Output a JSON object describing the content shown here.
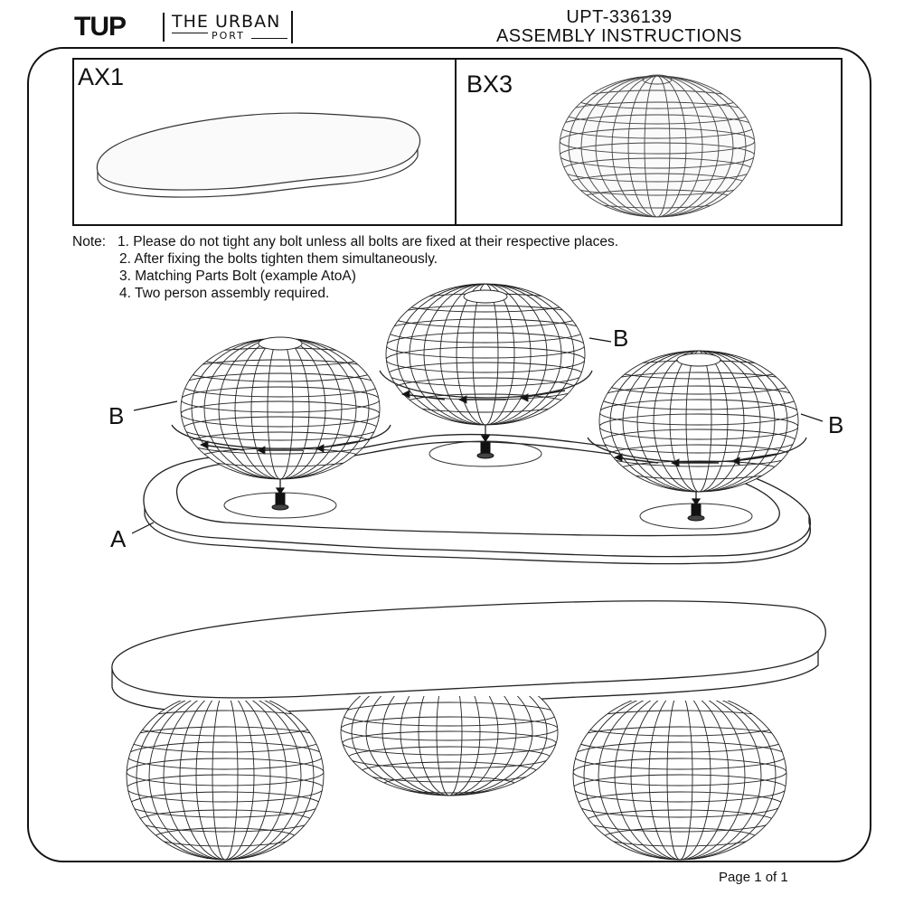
{
  "brand": {
    "mark": "TUP",
    "name": "THE URBAN",
    "sub": "PORT"
  },
  "document": {
    "code": "UPT-336139",
    "title": "ASSEMBLY INSTRUCTIONS"
  },
  "parts": [
    {
      "label": "AX1",
      "icon": "kidney-tabletop-icon"
    },
    {
      "label": "BX3",
      "icon": "sphere-leg-icon"
    }
  ],
  "notes": {
    "heading": "Note:",
    "items": [
      "1. Please do not tight any bolt unless all bolts are fixed at their respective places.",
      "2. After fixing the bolts tighten them simultaneously.",
      "3. Matching Parts Bolt (example AtoA)",
      "4. Two person assembly required."
    ]
  },
  "callouts": {
    "top_table": "A",
    "ball_left": "B",
    "ball_center": "B",
    "ball_right": "B"
  },
  "footer": {
    "page": "Page 1 of 1"
  }
}
